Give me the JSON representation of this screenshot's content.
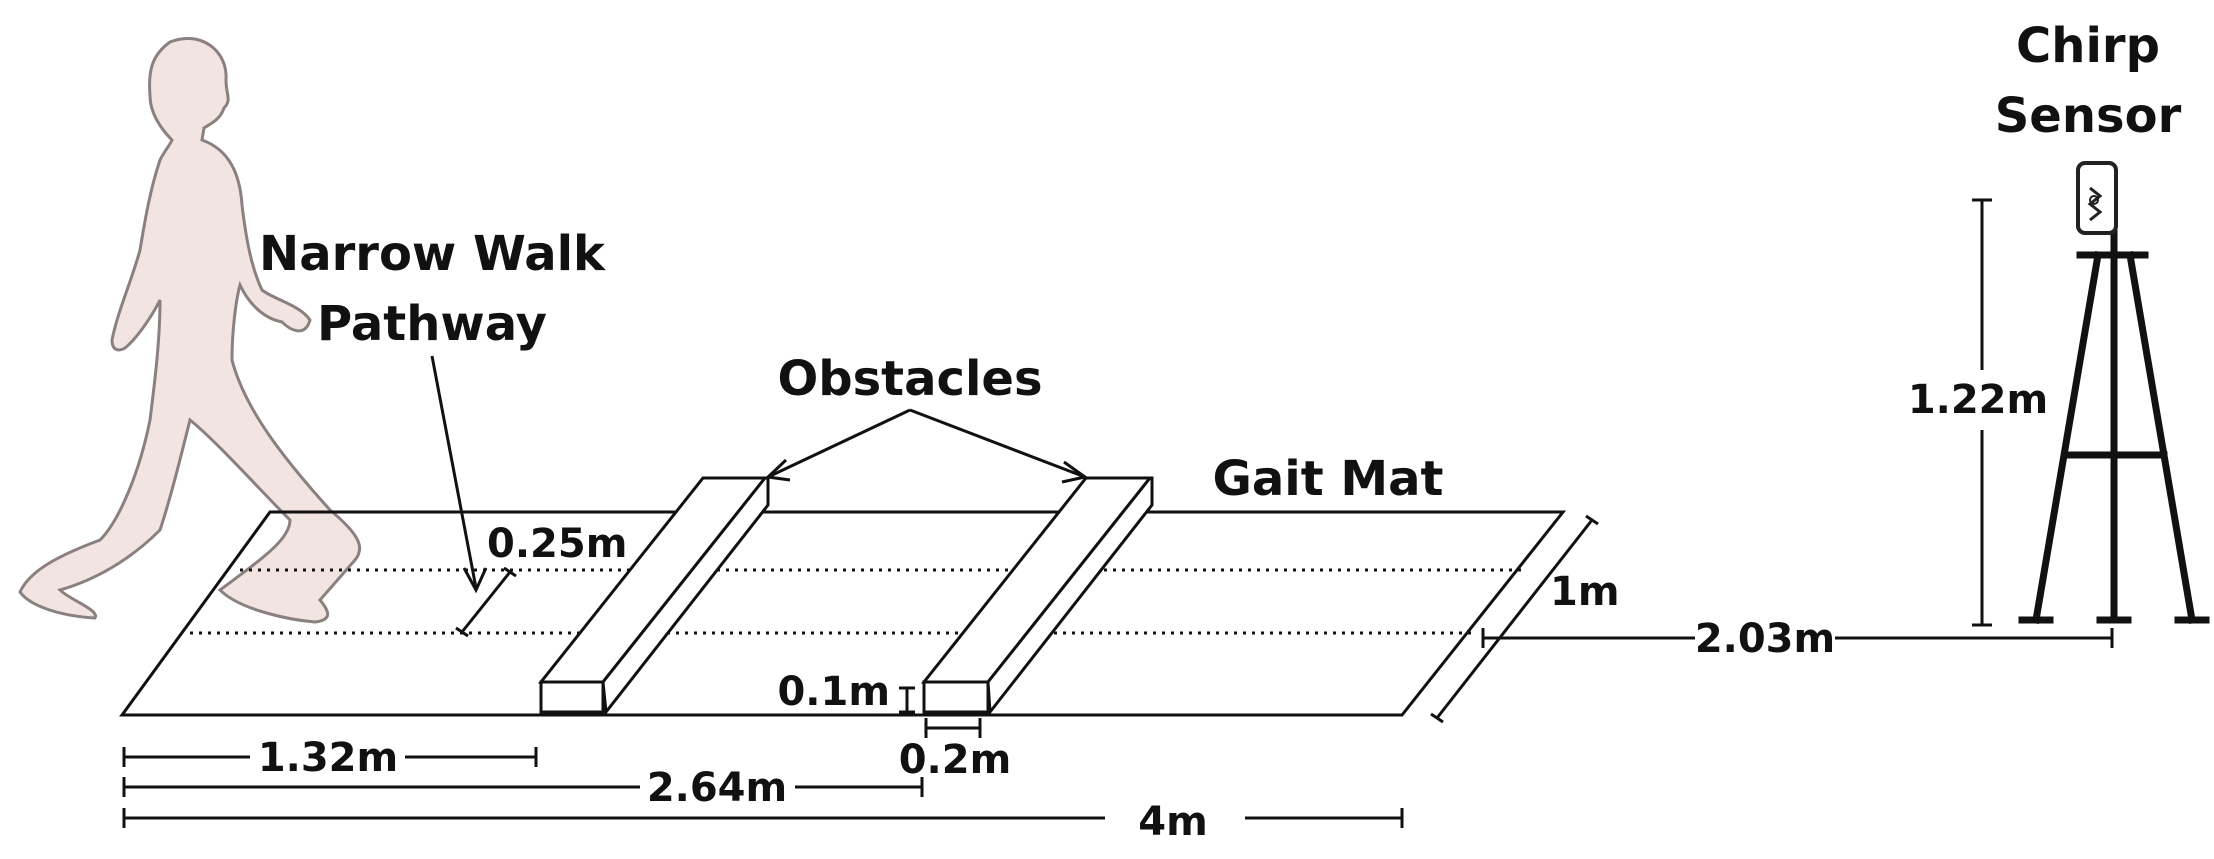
{
  "labels": {
    "narrow_walk_line1": "Narrow Walk",
    "narrow_walk_line2": "Pathway",
    "obstacles": "Obstacles",
    "gait_mat": "Gait Mat",
    "sensor_line1": "Chirp",
    "sensor_line2": "Sensor"
  },
  "measurements": {
    "pathway_width": "0.25m",
    "mat_width": "1m",
    "obstacle_height": "0.1m",
    "obstacle_depth": "0.2m",
    "first_obstacle": "1.32m",
    "second_obstacle": "2.64m",
    "mat_length": "4m",
    "sensor_distance": "2.03m",
    "sensor_height": "1.22m"
  },
  "colors": {
    "line": "#111111",
    "person_fill": "#f2e4e1",
    "person_outline": "#8a8080"
  },
  "icons": {
    "person": "walking-person-icon",
    "sensor": "radar-sensor-icon",
    "tripod": "tripod-icon"
  }
}
